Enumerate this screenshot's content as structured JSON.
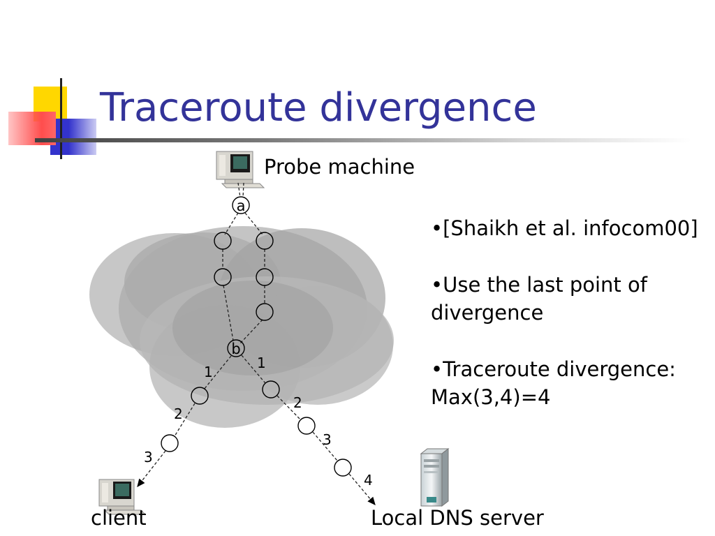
{
  "slide": {
    "title": "Traceroute divergence"
  },
  "diagram": {
    "probe_label": "Probe machine",
    "client_label": "client",
    "dns_label": "Local DNS server",
    "router_a": "a",
    "router_b": "b",
    "client_path_hops": [
      "1",
      "2",
      "3"
    ],
    "dns_path_hops": [
      "1",
      "2",
      "3",
      "4"
    ]
  },
  "bullets": [
    "•[Shaikh et al. infocom00]",
    "•Use the last point of divergence",
    "•Traceroute divergence: Max(3,4)=4"
  ],
  "colors": {
    "title": "#333399",
    "deco_yellow": "#ffd700",
    "deco_blue": "#3333cc",
    "deco_red": "#ff5555"
  }
}
